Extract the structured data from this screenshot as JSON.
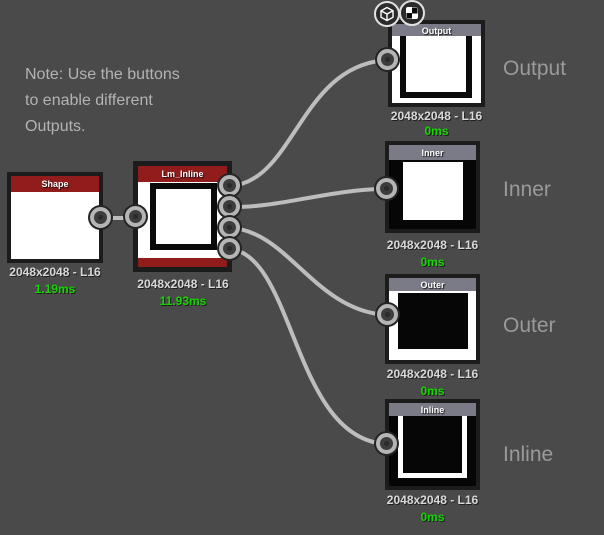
{
  "colors": {
    "background": "#4a4a4a",
    "red_header": "#911c1c",
    "gray_header": "#7b7b87",
    "timing_green": "#15d400",
    "wire": "#bdbdbd"
  },
  "note": {
    "lines": [
      "Note: Use the buttons",
      "to enable different",
      "Outputs."
    ]
  },
  "view_buttons": {
    "view_3d": "3d-view",
    "view_2d": "2d-view"
  },
  "nodes": {
    "shape": {
      "title": "Shape",
      "resolution": "2048x2048 - L16",
      "time": "1.19ms"
    },
    "lm_inline": {
      "title": "Lm_Inline",
      "resolution": "2048x2048 - L16",
      "time": "11.93ms"
    },
    "output": {
      "title": "Output",
      "resolution": "2048x2048 - L16",
      "time": "0ms",
      "side_label": "Output"
    },
    "inner": {
      "title": "Inner",
      "resolution": "2048x2048 - L16",
      "time": "0ms",
      "side_label": "Inner"
    },
    "outer": {
      "title": "Outer",
      "resolution": "2048x2048 - L16",
      "time": "0ms",
      "side_label": "Outer"
    },
    "inline": {
      "title": "Inline",
      "resolution": "2048x2048 - L16",
      "time": "0ms",
      "side_label": "Inline"
    }
  }
}
